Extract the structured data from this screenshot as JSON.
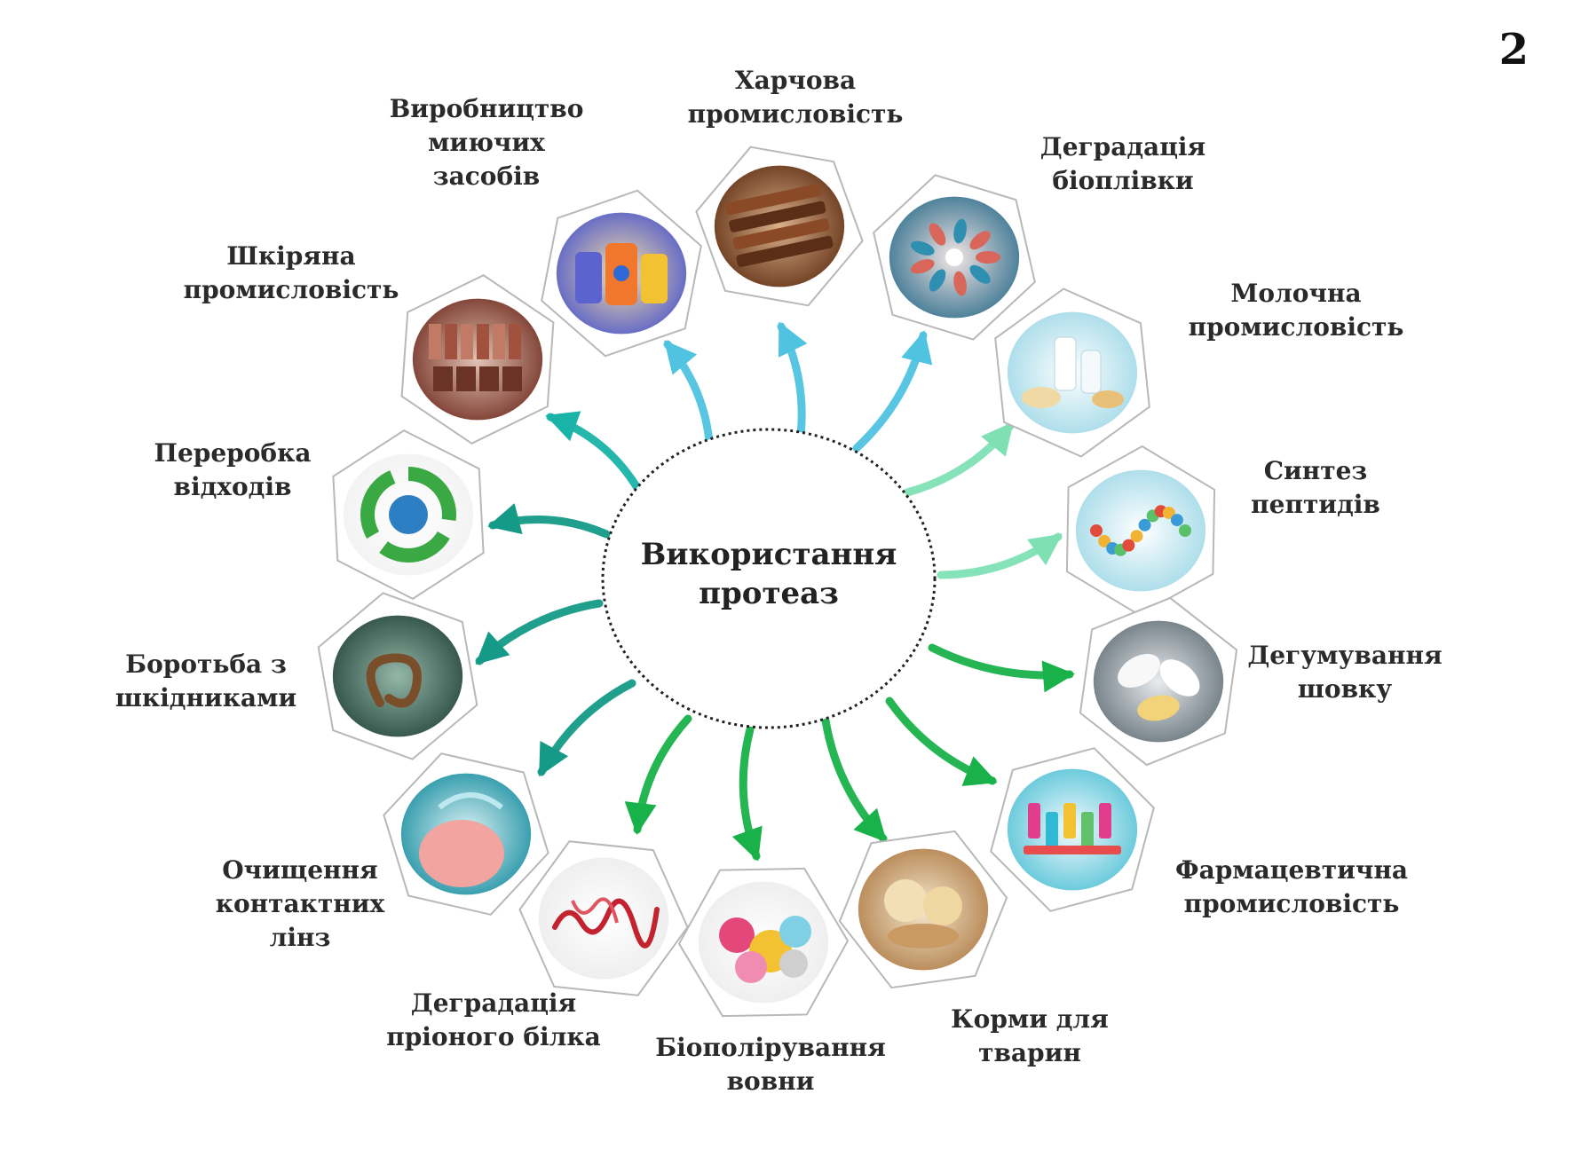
{
  "slide_number": "2",
  "center": {
    "line1": "Використання",
    "line2": "протеаз"
  },
  "colors": {
    "hex_stroke": "#b8b8b8",
    "teal": "#1ab3a8",
    "cyan": "#4fc3e0",
    "mint": "#7fe0b4",
    "green": "#19b14a",
    "dark_teal": "#149a86"
  },
  "applications": [
    {
      "id": "food",
      "lines": [
        "Харчова",
        "промисловість"
      ],
      "icon": "chocolate-bars-icon"
    },
    {
      "id": "biofilm",
      "lines": [
        "Деградація",
        "біоплівки"
      ],
      "icon": "biofilm-icon"
    },
    {
      "id": "dairy",
      "lines": [
        "Молочна",
        "промисловість"
      ],
      "icon": "milk-products-icon"
    },
    {
      "id": "peptides",
      "lines": [
        "Синтез",
        "пептидів"
      ],
      "icon": "peptide-chain-icon"
    },
    {
      "id": "silk",
      "lines": [
        "Дегумування",
        "шовку"
      ],
      "icon": "silk-cocoon-icon"
    },
    {
      "id": "pharma",
      "lines": [
        "Фармацевтична",
        "промисловість"
      ],
      "icon": "pharmaceutical-icon"
    },
    {
      "id": "feed",
      "lines": [
        "Корми для",
        "тварин"
      ],
      "icon": "chicks-feed-icon"
    },
    {
      "id": "wool",
      "lines": [
        "Біополірування",
        "вовни"
      ],
      "icon": "wool-balls-icon"
    },
    {
      "id": "prion",
      "lines": [
        "Деградація",
        "пріоного білка"
      ],
      "icon": "prion-protein-icon"
    },
    {
      "id": "lenses",
      "lines": [
        "Очищення",
        "контактних",
        "лінз"
      ],
      "icon": "contact-lens-icon"
    },
    {
      "id": "pests",
      "lines": [
        "Боротьба з",
        "шкідниками"
      ],
      "icon": "nematode-icon"
    },
    {
      "id": "waste",
      "lines": [
        "Переробка",
        "відходів"
      ],
      "icon": "recycle-icon"
    },
    {
      "id": "leather",
      "lines": [
        "Шкіряна",
        "промисловість"
      ],
      "icon": "leather-icon"
    },
    {
      "id": "detergents",
      "lines": [
        "Виробництво",
        "миючих",
        "засобів"
      ],
      "icon": "detergent-bottles-icon"
    }
  ]
}
